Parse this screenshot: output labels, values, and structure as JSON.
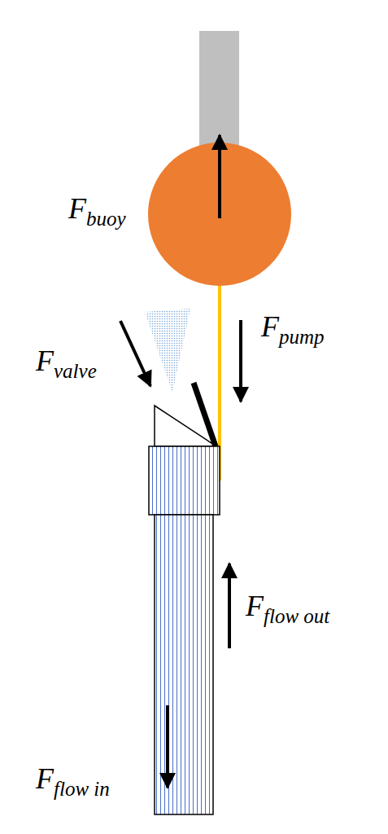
{
  "diagram": {
    "labels": [
      "F",
      "buoy",
      "F",
      "pump",
      "F",
      "valve",
      "F",
      "flow out",
      "F",
      "flow in"
    ]
  }
}
